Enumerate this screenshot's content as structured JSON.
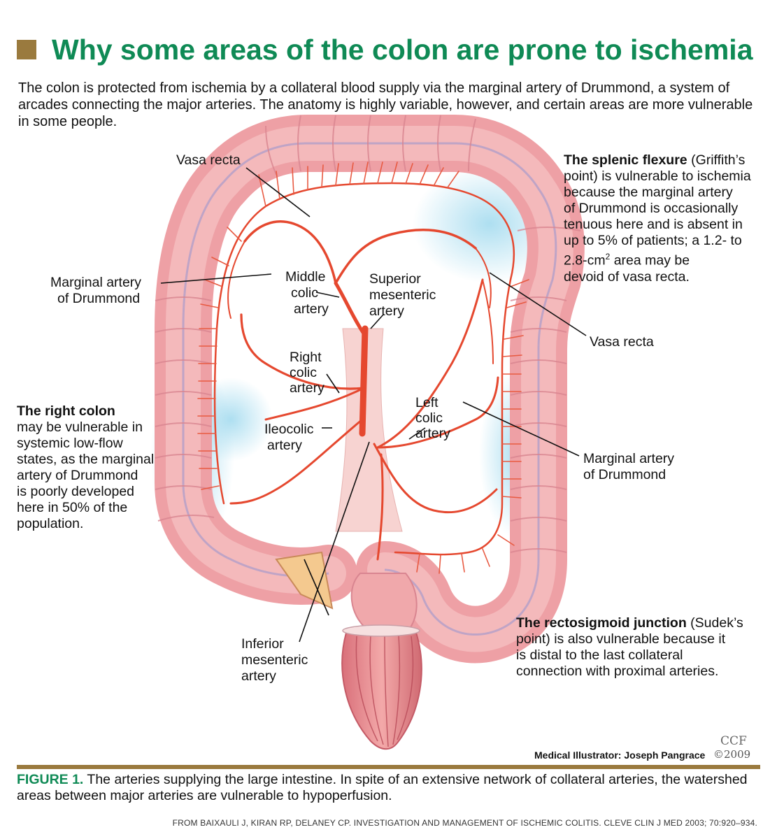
{
  "title": "Why some areas of the colon are prone to ischemia",
  "intro": "The colon is protected from ischemia by a collateral blood supply via the marginal artery of Drummond, a system of arcades connecting the major arteries. The anatomy is highly variable, however, and certain areas are more vulnerable in some people.",
  "labels": {
    "vasa_recta_top": "Vasa recta",
    "marginal_left_1": "Marginal artery",
    "marginal_left_2": "of Drummond",
    "middle_colic_1": "Middle",
    "middle_colic_2": "colic",
    "middle_colic_3": "artery",
    "sma_1": "Superior",
    "sma_2": "mesenteric",
    "sma_3": "artery",
    "right_colic_1": "Right",
    "right_colic_2": "colic",
    "right_colic_3": "artery",
    "ileocolic_1": "Ileocolic",
    "ileocolic_2": "artery",
    "left_colic_1": "Left",
    "left_colic_2": "colic",
    "left_colic_3": "artery",
    "ima_1": "Inferior",
    "ima_2": "mesenteric",
    "ima_3": "artery",
    "vasa_recta_right": "Vasa recta",
    "marginal_right_1": "Marginal artery",
    "marginal_right_2": "of Drummond"
  },
  "notes": {
    "splenic_bold": "The splenic flexure",
    "splenic_l1": " (Griffith’s",
    "splenic_l2": "point) is vulnerable to ischemia",
    "splenic_l3": "because the marginal artery",
    "splenic_l4": "of Drummond is occasionally",
    "splenic_l5": "tenuous here and is absent in",
    "splenic_l6": "up to 5% of patients; a 1.2- to",
    "splenic_l7a": "2.8-cm",
    "splenic_l7sup": "2",
    "splenic_l7b": " area may be",
    "splenic_l8": "devoid of vasa recta.",
    "right_bold": "The right colon",
    "right_l1": "may be vulnerable in",
    "right_l2": "systemic low-flow",
    "right_l3": "states, as the marginal",
    "right_l4": "artery of Drummond",
    "right_l5": "is poorly developed",
    "right_l6": "here in 50% of the",
    "right_l7": "population.",
    "recto_bold": "The rectosigmoid junction",
    "recto_l1": " (Sudek’s",
    "recto_l2": "point) is also vulnerable because it",
    "recto_l3": "is distal to the last collateral",
    "recto_l4": "connection with proximal arteries."
  },
  "credit": {
    "ccf": "CCF",
    "year": "©2009",
    "illustrator": "Medical Illustrator: Joseph Pangrace"
  },
  "caption": {
    "figure": "FIGURE 1.",
    "text": " The arteries supplying the large intestine. In spite of an extensive network of collateral arteries, the watershed areas between major arteries are vulnerable to hypoperfusion."
  },
  "source": "FROM BAIXAULI J, KIRAN RP, DELANEY CP. INVESTIGATION AND MANAGEMENT OF ISCHEMIC COLITIS. CLEVE CLIN J MED 2003; 70:920–934.",
  "colors": {
    "title_green": "#0f8a55",
    "accent_gold": "#9a7a3e",
    "colon_pink": "#f2a5a5",
    "artery_red": "#e5482f",
    "ischemia_blue": "#bfe6f2"
  }
}
